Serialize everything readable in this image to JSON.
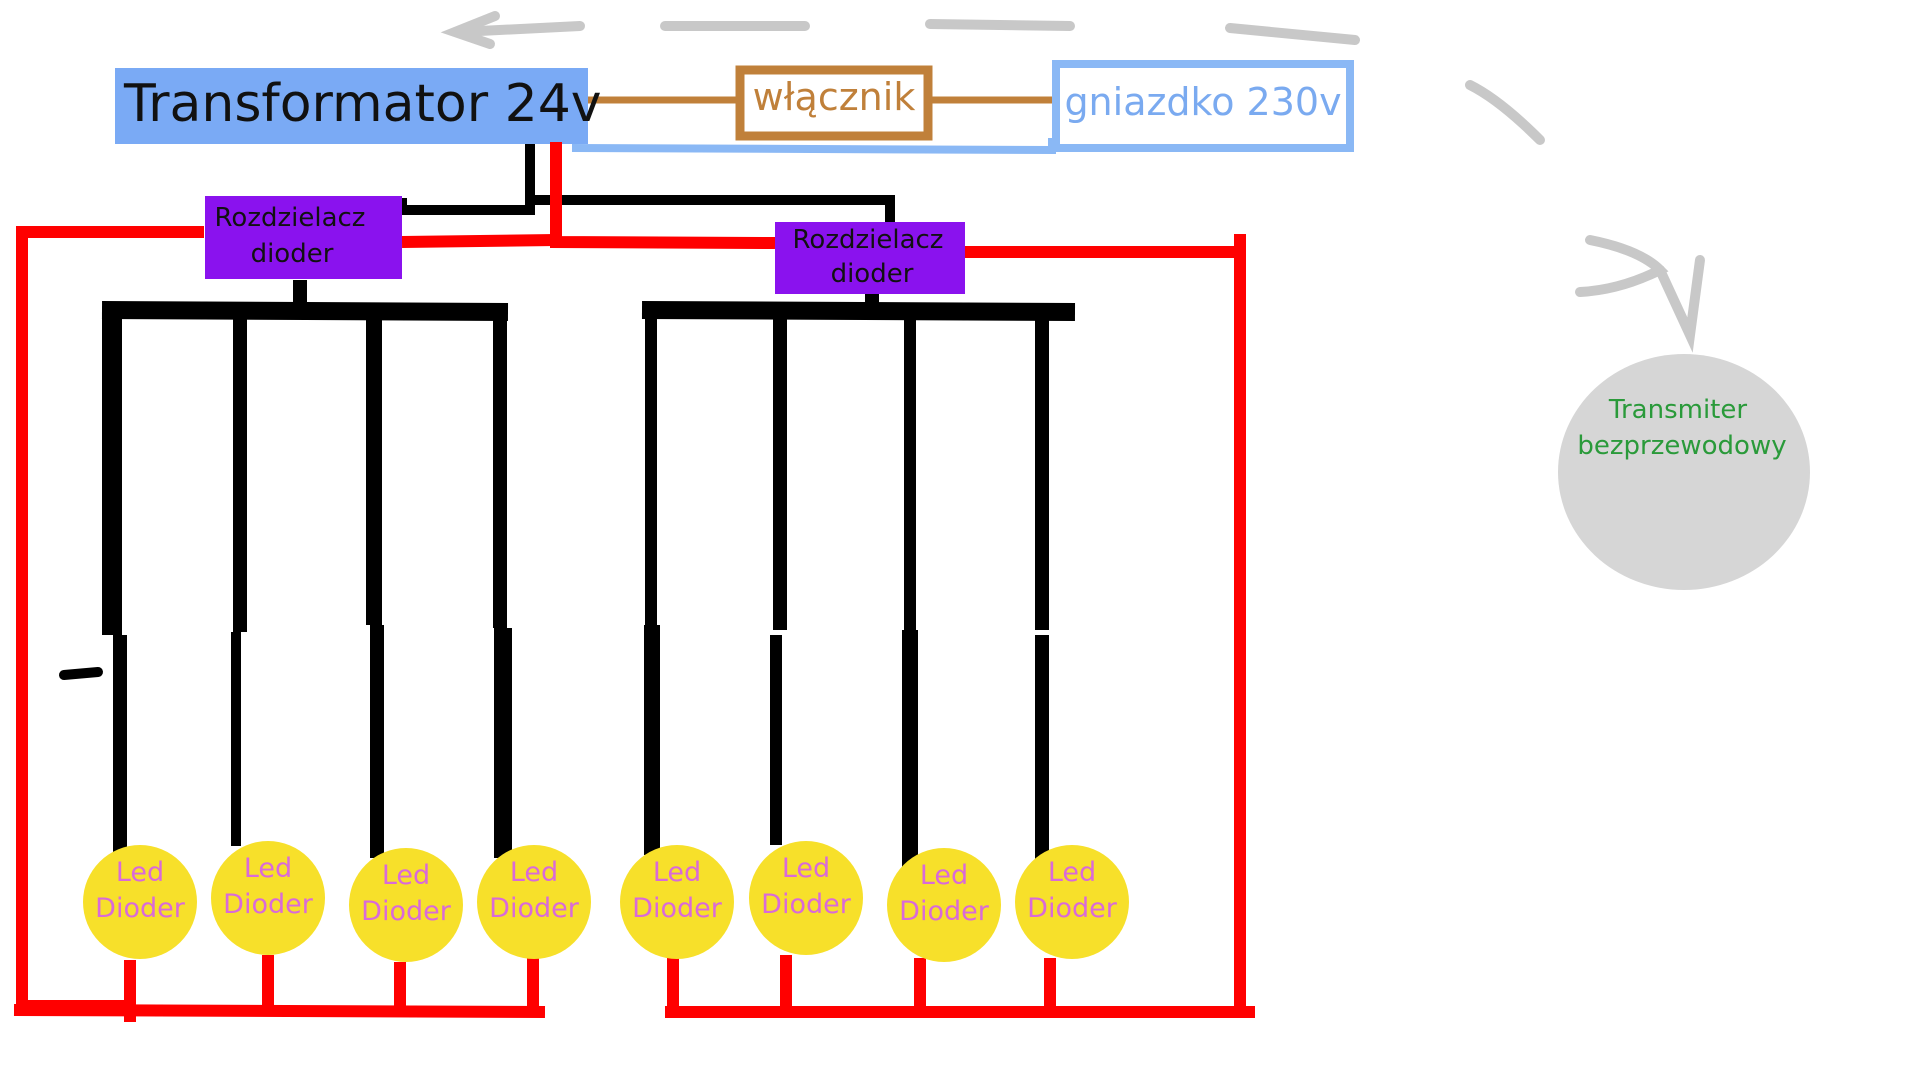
{
  "transformer": {
    "label": "Transformator 24v",
    "fill": "#7aaaf5"
  },
  "switch": {
    "label": "włącznik",
    "color": "#c0803a"
  },
  "socket": {
    "label": "gniazdko 230v",
    "border": "#8ab8f5",
    "text_color": "#7aaaf0"
  },
  "splitters": [
    {
      "line1": "Rozdzielacz",
      "line2": "dioder",
      "fill": "#8a12ee"
    },
    {
      "line1": "Rozdzielacz",
      "line2": "dioder",
      "fill": "#8a12ee"
    }
  ],
  "leds": [
    {
      "line1": "Led",
      "line2": "Dioder"
    },
    {
      "line1": "Led",
      "line2": "Dioder"
    },
    {
      "line1": "Led",
      "line2": "Dioder"
    },
    {
      "line1": "Led",
      "line2": "Dioder"
    },
    {
      "line1": "Led",
      "line2": "Dioder"
    },
    {
      "line1": "Led",
      "line2": "Dioder"
    },
    {
      "line1": "Led",
      "line2": "Dioder"
    },
    {
      "line1": "Led",
      "line2": "Dioder"
    }
  ],
  "led_style": {
    "fill": "#f7e02a",
    "text_color": "#d96ad9"
  },
  "transmitter": {
    "line1": "Transmiter",
    "line2": "bezprzewodowy",
    "fill": "#d6d6d6",
    "text_color": "#2a9a3a"
  },
  "wire_colors": {
    "positive": "#ff0000",
    "negative": "#000000",
    "sketch": "#c8c8c8"
  }
}
